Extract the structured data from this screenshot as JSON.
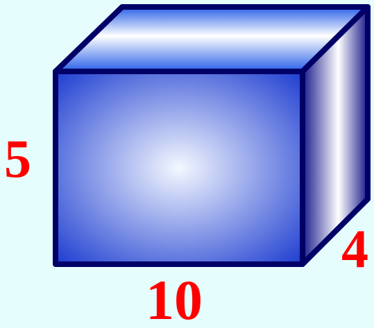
{
  "colors": {
    "background": "#e6fdfd",
    "outline": "#000066",
    "front_center": "#f4f8ff",
    "front_edge": "#1d3dd0",
    "top_light": "#ffffff",
    "top_dark": "#2860e8",
    "side_light": "#ffffff",
    "side_dark": "#1a1a8c",
    "label": "#ff0000"
  },
  "box": {
    "height_label": "5",
    "length_label": "10",
    "depth_label": "4"
  }
}
